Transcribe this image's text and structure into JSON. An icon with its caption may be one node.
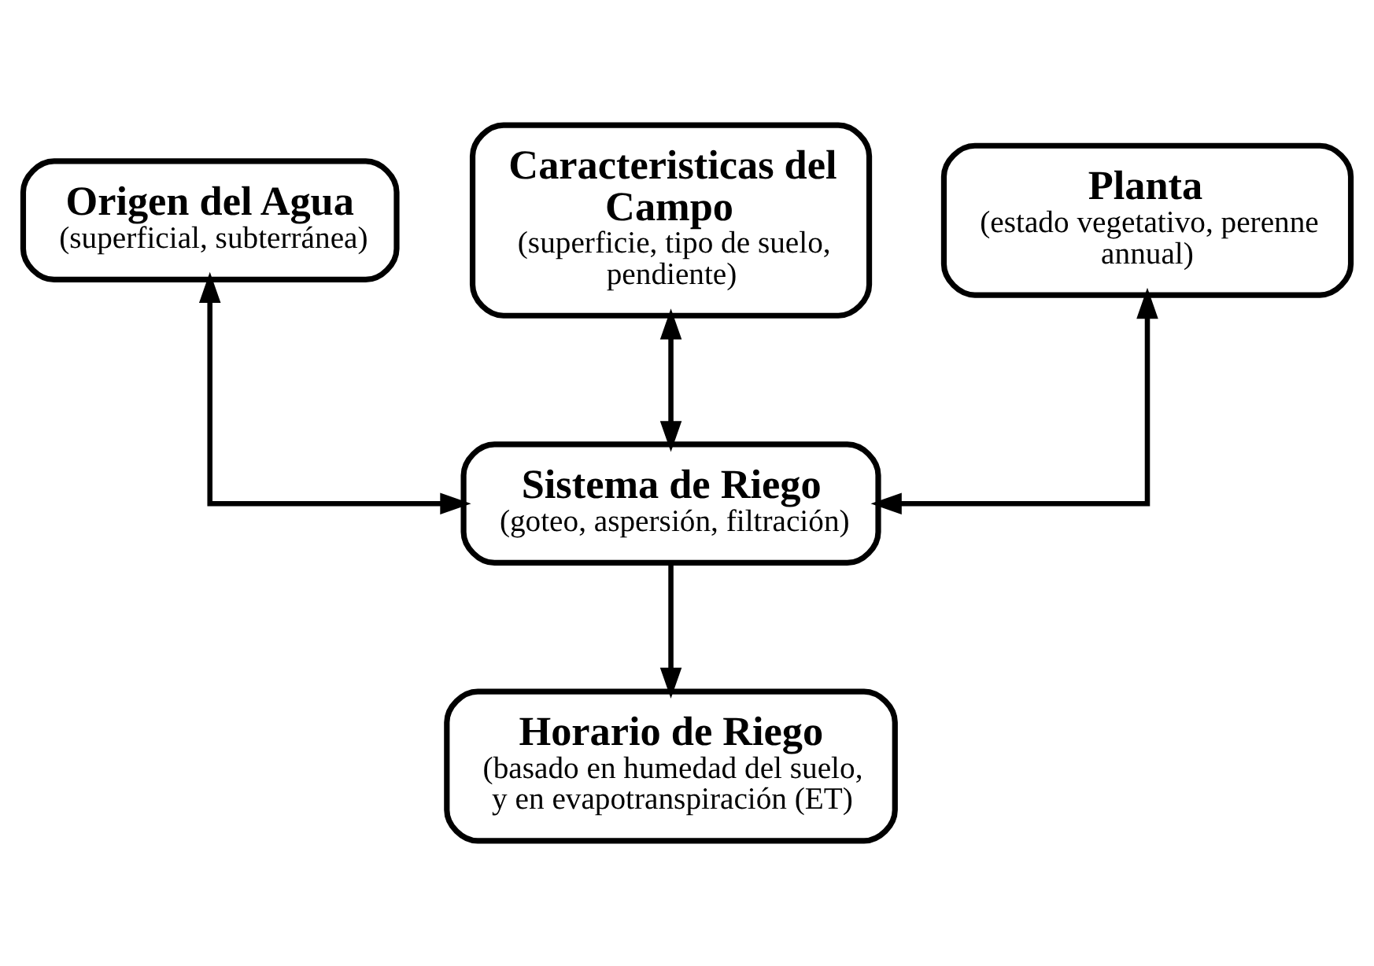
{
  "diagram": {
    "nodes": [
      {
        "text": [
          "Origen del Agua",
          "(superficial, subterránea)"
        ]
      },
      {
        "text": [
          "Caracteristicas del Campo",
          "(superficie, tipo de suelo, pendiente)"
        ]
      },
      {
        "text": [
          "Planta",
          "(estado vegetativo, perenne annual)"
        ]
      },
      {
        "text": [
          "Sistema de Riego",
          "(goteo, aspersión, filtración)"
        ]
      },
      {
        "text": [
          "Horario de Riego",
          "(basado en humedad del suelo, y en evapotranspiración (ET)"
        ]
      }
    ],
    "edges": [
      {
        "from": 0,
        "to": 3,
        "arrow": "both"
      },
      {
        "from": 1,
        "to": 3,
        "arrow": "both"
      },
      {
        "from": 2,
        "to": 3,
        "arrow": "both"
      },
      {
        "from": 3,
        "to": 4,
        "arrow": "to"
      }
    ]
  }
}
